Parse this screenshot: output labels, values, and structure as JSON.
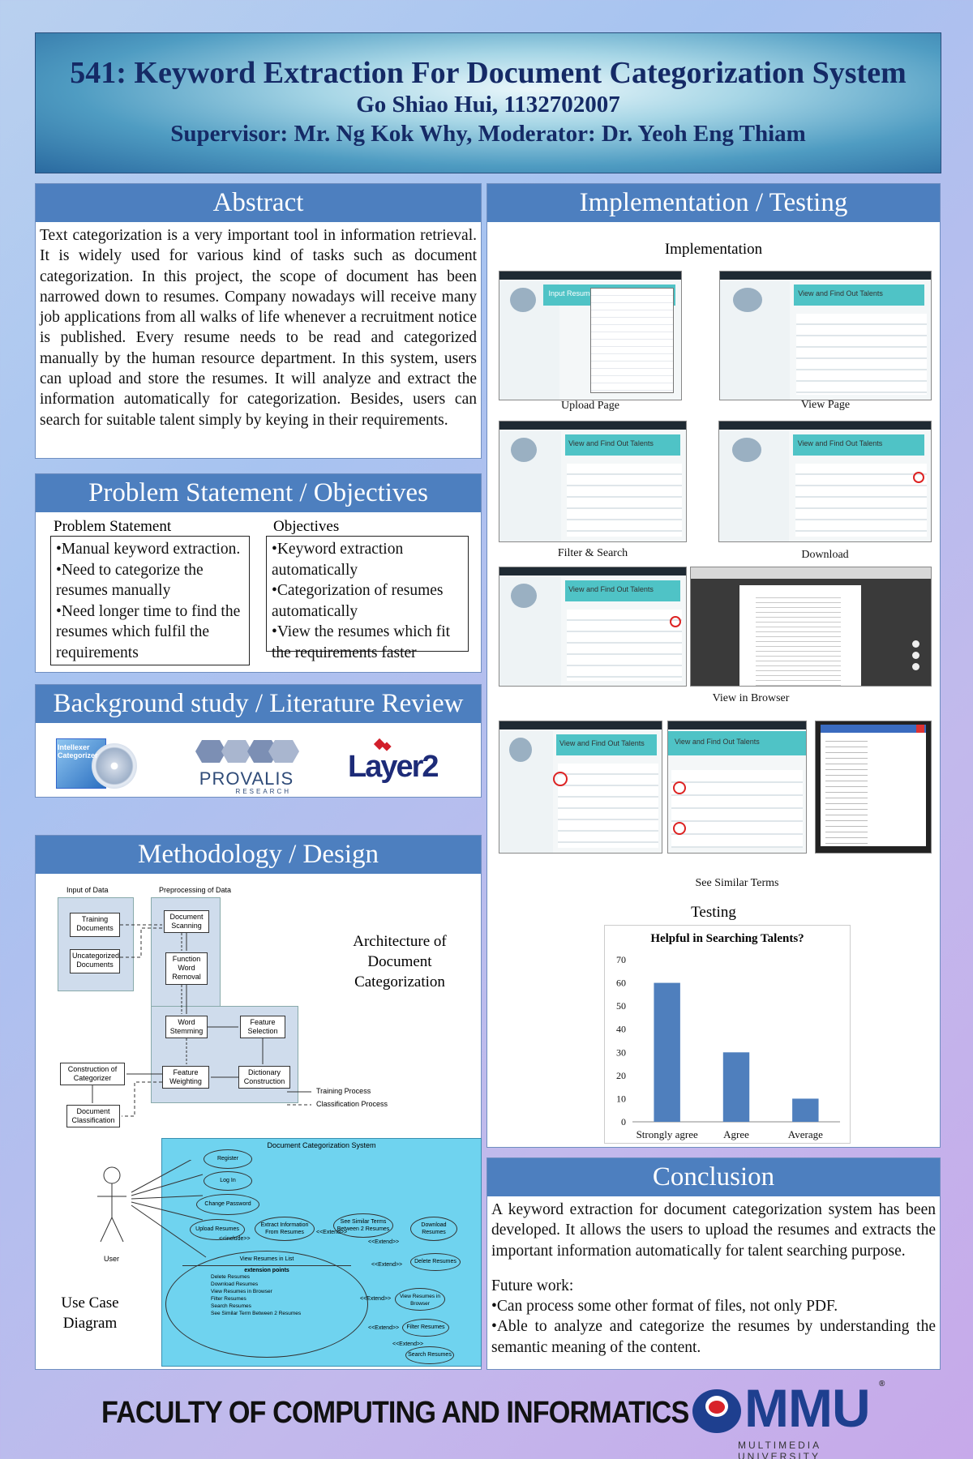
{
  "header": {
    "title": "541: Keyword Extraction For Document Categorization System",
    "author": "Go Shiao Hui, 1132702007",
    "supervisors": "Supervisor: Mr. Ng Kok Why, Moderator: Dr. Yeoh Eng Thiam"
  },
  "abstract": {
    "title": "Abstract",
    "text": "Text categorization is a very important tool in information retrieval. It is widely used for various kind of tasks such as document categorization. In this project, the scope of document has been narrowed down to resumes. Company nowadays will receive many job applications from all walks of life whenever a recruitment notice is published. Every resume needs to be read and categorized manually by the human resource department. In this system, users can upload and store the resumes. It will analyze and extract the information automatically for categorization. Besides, users can search for suitable talent simply by keying in their requirements."
  },
  "problem": {
    "title": "Problem Statement / Objectives",
    "ps_heading": "Problem Statement",
    "ps_items": [
      "•Manual keyword extraction.",
      "•Need to categorize the resumes manually",
      "•Need longer time to find the resumes which fulfil the requirements"
    ],
    "obj_heading": "Objectives",
    "obj_items": [
      "•Keyword extraction automatically",
      "•Categorization of resumes automatically",
      "•View the resumes which fit the requirements faster"
    ]
  },
  "background": {
    "title": "Background study / Literature Review",
    "logos": [
      "Intellexer Categorizer",
      "PROVALIS",
      "RESEARCH",
      "Layer2"
    ]
  },
  "methodology": {
    "title": "Methodology / Design",
    "input_label": "Input of Data",
    "pre_label": "Preprocessing of Data",
    "boxes": {
      "training": "Training Documents",
      "uncat": "Uncategorized Documents",
      "scan": "Document Scanning",
      "fwr": "Function Word Removal",
      "stem": "Word Stemming",
      "feat_sel": "Feature Selection",
      "feat_w": "Feature Weighting",
      "dict": "Dictionary Construction",
      "construct": "Construction of Categorizer",
      "classify": "Document Classification"
    },
    "legend": [
      "Training Process",
      "Classification Process"
    ],
    "arch_label": "Architecture of Document Categorization",
    "usecase_label": "Use Case Diagram",
    "usecase": {
      "title": "Document Categorization System",
      "actor": "User",
      "cases": [
        "Register",
        "Log In",
        "Change Password",
        "Upload Resumes",
        "Extract Information From Resumes",
        "See Similar Terms Between 2 Resumes",
        "Download Resumes",
        "View Resumes in List",
        "Delete Resumes",
        "View Resumes in Browser",
        "Filter Resumes",
        "Search Resumes"
      ],
      "extension_title": "extension points",
      "extension_items": [
        "Delete Resumes",
        "Download Resumes",
        "View Resumes in Browser",
        "Filter Resumes",
        "Search Resumes",
        "See Similar Term Between 2 Resumes"
      ],
      "include": "<<include>>",
      "extend": "<<Extend>>"
    }
  },
  "implementation": {
    "title": "Implementation / Testing",
    "impl_heading": "Implementation",
    "captions": [
      "Upload Page",
      "View Page",
      "Filter & Search",
      "Download",
      "View in Browser",
      "See Similar Terms"
    ],
    "screen_titles": [
      "Input Resumes",
      "View and Find Out Talents"
    ],
    "testing_heading": "Testing"
  },
  "chart_data": {
    "type": "bar",
    "title": "Helpful in Searching Talents?",
    "categories": [
      "Strongly agree",
      "Agree",
      "Average"
    ],
    "values": [
      60,
      30,
      10
    ],
    "ylim": [
      0,
      70
    ],
    "yticks": [
      0,
      10,
      20,
      30,
      40,
      50,
      60,
      70
    ],
    "color": "#4f7fbd",
    "grid": false
  },
  "conclusion": {
    "title": "Conclusion",
    "text": "A keyword extraction for document categorization system has been developed. It allows the users to upload the resumes and extracts the important information automatically for talent searching purpose.",
    "future_heading": "Future work:",
    "future_items": [
      "•Can process some other format of files, not only PDF.",
      "•Able to analyze and categorize the resumes by understanding the semantic meaning of the content."
    ]
  },
  "footer": {
    "faculty": "FACULTY OF COMPUTING AND INFORMATICS",
    "logo": "MMU",
    "university": "MULTIMEDIA UNIVERSITY",
    "reg": "®"
  },
  "colors": {
    "panel_title": "#4d7fbf",
    "header_text": "#152a66",
    "bar": "#4f7fbd",
    "usecase_fill": "#6fd3ef"
  }
}
